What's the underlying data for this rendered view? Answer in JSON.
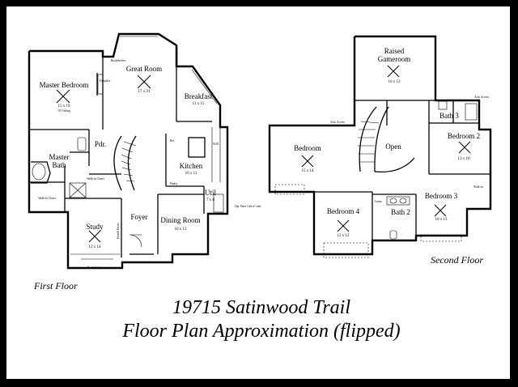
{
  "title": {
    "line1": "19715 Satinwood Trail",
    "line2": "Floor Plan Approximation (flipped)"
  },
  "first_floor": {
    "label": "First Floor",
    "rooms": {
      "great_room": {
        "name": "Great Room",
        "dim": "17 x 21"
      },
      "master_bedroom": {
        "name": "Master Bedroom",
        "dim": "15 x 19",
        "note": "10' Ceiling"
      },
      "breakfast": {
        "name": "Breakfast",
        "dim": "11 x 11"
      },
      "master_bath": {
        "name": "Master Bath"
      },
      "pdr": {
        "name": "Pdr."
      },
      "kitchen": {
        "name": "Kitchen",
        "dim": "16 x 11"
      },
      "walk_in_closet_1": {
        "name": "Walk-in Closet"
      },
      "walk_in_closet_2": {
        "name": "Walk-in Closet"
      },
      "util": {
        "name": "Util",
        "dim": "7 x 8"
      },
      "foyer": {
        "name": "Foyer"
      },
      "dining_room": {
        "name": "Dining Room",
        "dim": "10 x 13"
      },
      "study": {
        "name": "Study",
        "dim": "12 x 14"
      }
    },
    "notes": {
      "bookshelves": "Bookshelves",
      "fireplace": "Fireplace",
      "pantry": "Pantry",
      "ref": "Ref.",
      "opt_base_cab": "Opt. Base Cab w/ sink",
      "wd": "W/D",
      "french_doors": "French Doors"
    }
  },
  "second_floor": {
    "label": "Second Floor",
    "rooms": {
      "gameroom": {
        "name1": "Raised",
        "name2": "Gameroom",
        "dim": "16 x 13"
      },
      "bath3": {
        "name": "Bath 3"
      },
      "bedroom": {
        "name": "Bedroom",
        "dim": "15 x 14"
      },
      "open": {
        "name": "Open"
      },
      "bedroom2": {
        "name": "Bedroom 2",
        "dim": "13 x 10"
      },
      "bedroom3": {
        "name": "Bedroom 3",
        "dim": "10 x 13"
      },
      "bedroom4": {
        "name": "Bedroom 4",
        "dim": "12 x 12"
      },
      "bath2": {
        "name": "Bath 2"
      },
      "linen": {
        "name": "Linen"
      }
    },
    "notes": {
      "attic_access_1": "Attic Access",
      "attic_access_2": "Attic Access",
      "walk_in": "Walk-in"
    }
  }
}
